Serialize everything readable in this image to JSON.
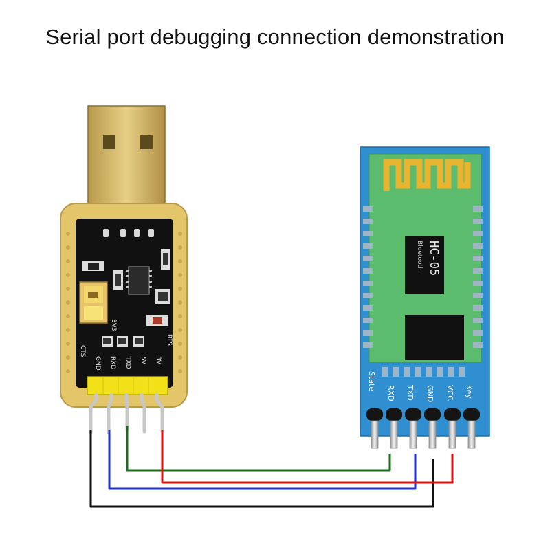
{
  "title": "Serial port debugging connection demonstration",
  "usb_adapter": {
    "pin_labels": [
      "GND",
      "RXD",
      "TXD",
      "5V",
      "3V"
    ],
    "side_labels": [
      "CTS",
      "RTS"
    ],
    "jumper_label": "3V3"
  },
  "hc05": {
    "chip_title": "HC-05",
    "chip_subtitle": "Bluetooth",
    "pin_labels": [
      "State",
      "RXD",
      "TXD",
      "GND",
      "VCC",
      "Key"
    ]
  },
  "colors": {
    "ground_wire": "#111111",
    "rx_wire": "#1d2fd6",
    "tx_wire": "#1b6b1b",
    "power_wire": "#e01010",
    "usb_board": "#e3c56a",
    "usb_board_inner": "#111111",
    "bt_board": "#2f8fd0",
    "bt_module": "#5cbc6e",
    "antenna": "#e9b531",
    "header": "#f2e118"
  }
}
